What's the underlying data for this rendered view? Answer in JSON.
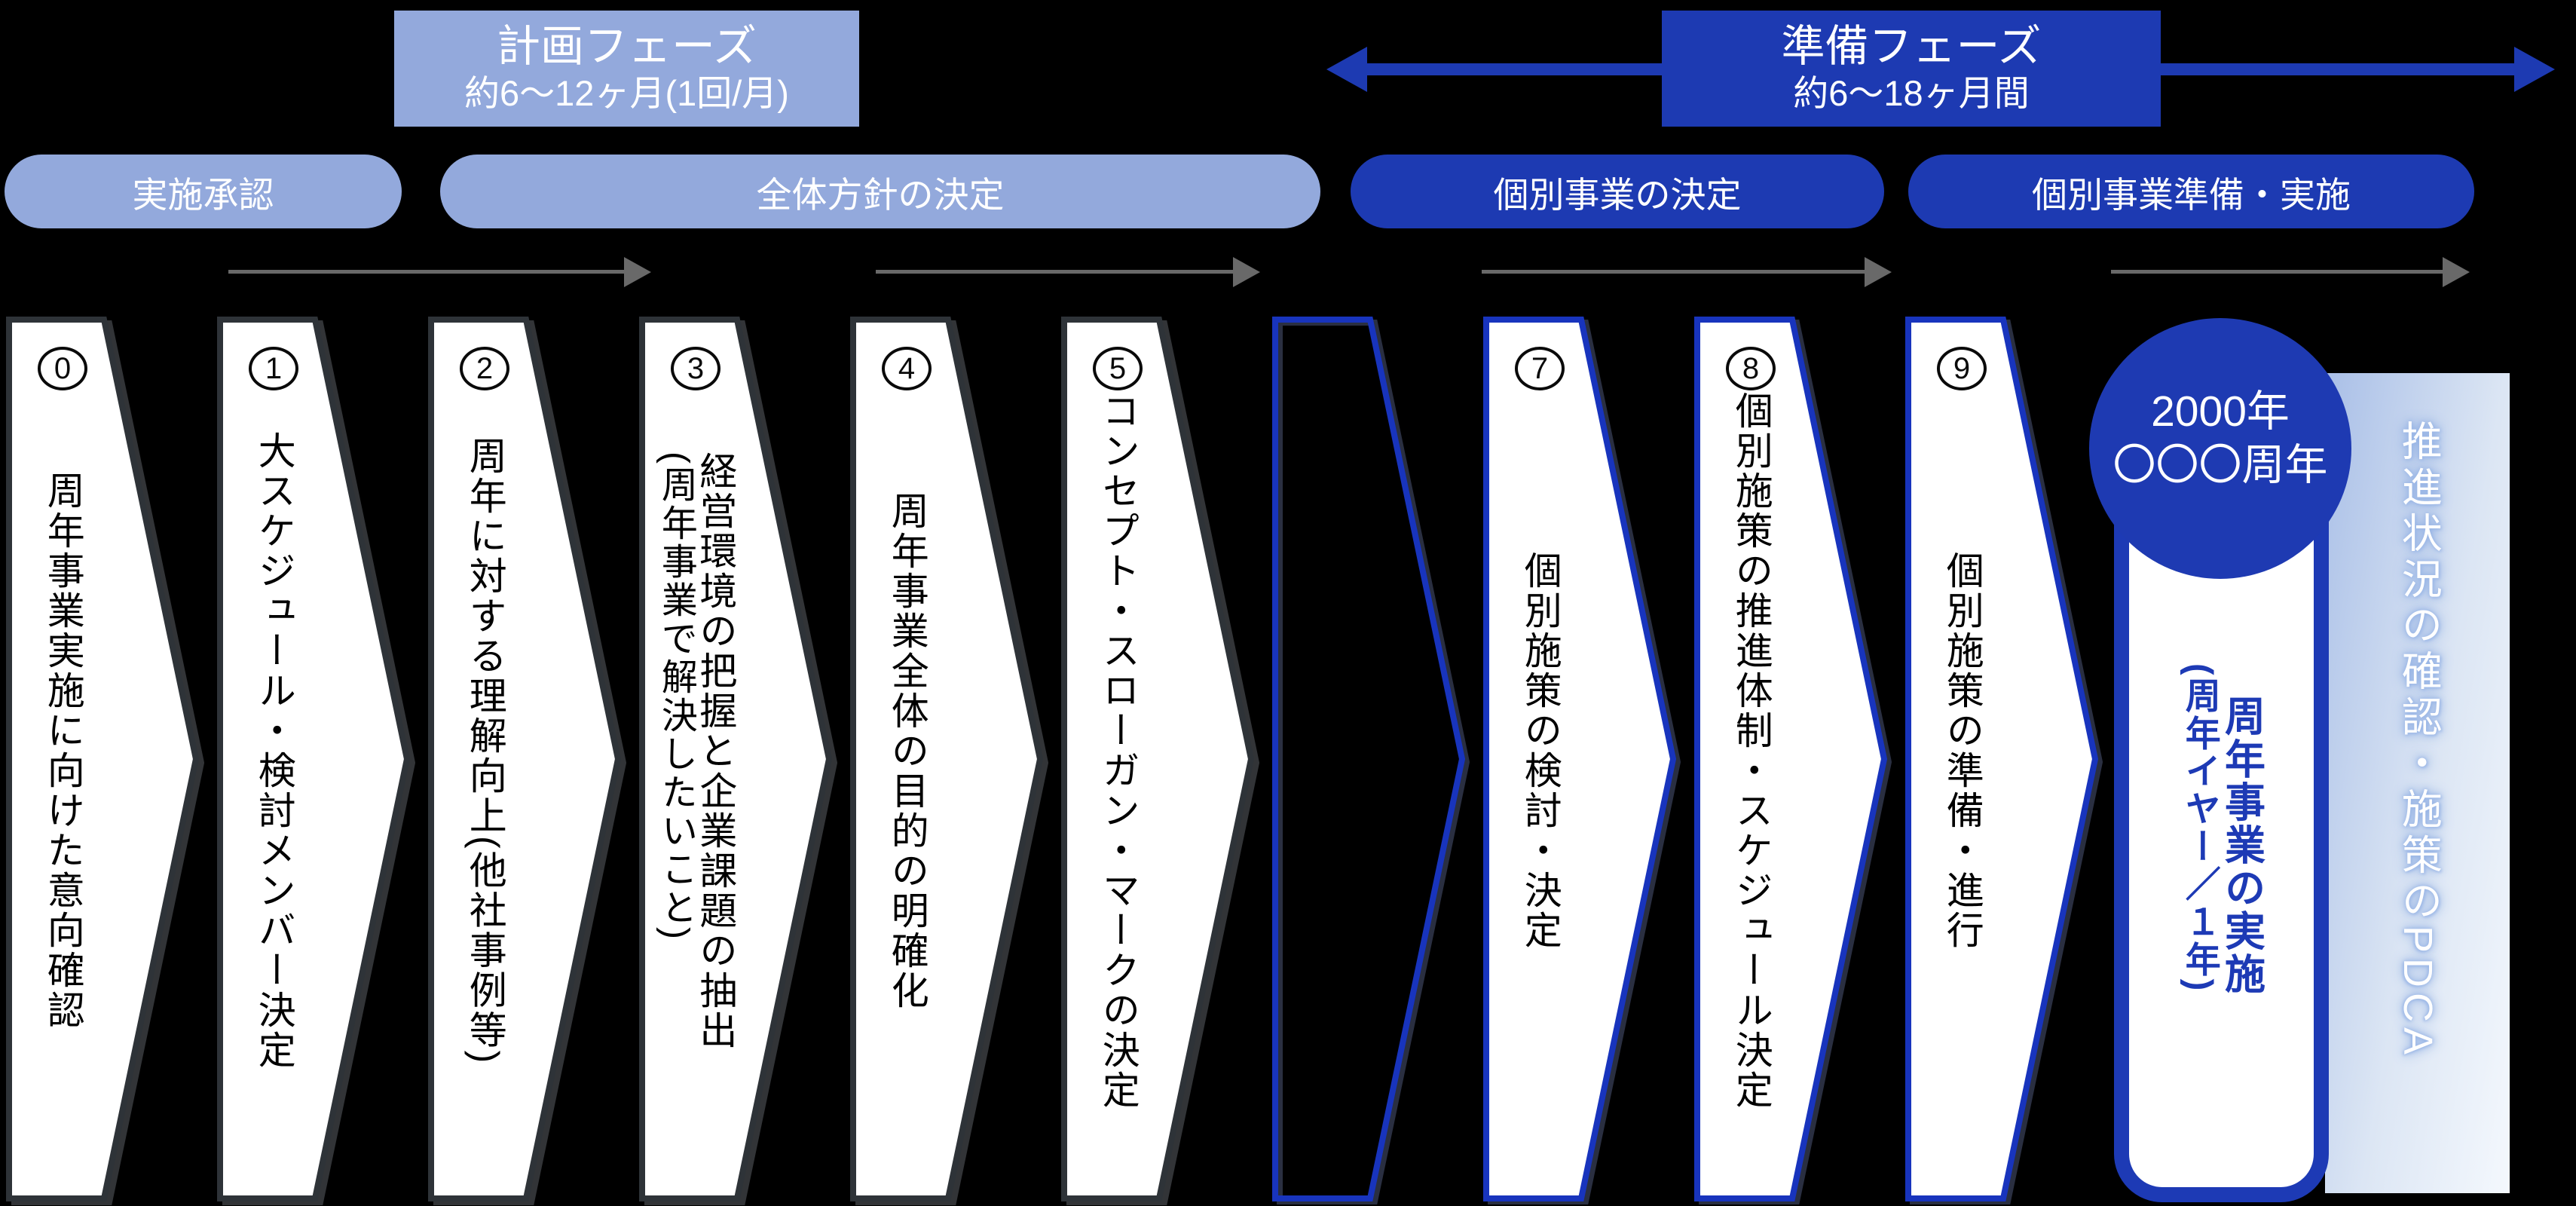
{
  "colors": {
    "light_blue": "#93a9dc",
    "dark_blue": "#1d3ab2",
    "chevron_blue_border": "#1834bd",
    "chevron_dark_border": "#2e3338",
    "arrow_gray": "#696969",
    "background": "#000000"
  },
  "phases": [
    {
      "title": "計画フェーズ",
      "subtitle": "約6〜12ヶ月(1回/月)"
    },
    {
      "title": "準備フェーズ",
      "subtitle": "約6〜18ヶ月間"
    }
  ],
  "bands": [
    {
      "label": "実施承認"
    },
    {
      "label": "全体方針の決定"
    },
    {
      "label": "個別事業の決定"
    },
    {
      "label": "個別事業準備・実施"
    }
  ],
  "steps": [
    {
      "num": "0",
      "label": "周年事業実施に向けた意向確認"
    },
    {
      "num": "1",
      "label": "大スケジュール・検討メンバー決定"
    },
    {
      "num": "2",
      "label": "周年に対する理解向上(他社事例等)"
    },
    {
      "num": "3",
      "label": "経営環境の把握と企業課題の抽出",
      "sublabel": "(周年事業で解決したいこと)"
    },
    {
      "num": "4",
      "label": "周年事業全体の目的の明確化"
    },
    {
      "num": "5",
      "label": "コンセプト・スローガン・マークの決定"
    },
    {
      "num": "",
      "label": ""
    },
    {
      "num": "7",
      "label": "個別施策の検討・決定"
    },
    {
      "num": "8",
      "label": "個別施策の推進体制・スケジュール決定"
    },
    {
      "num": "9",
      "label": "個別施策の準備・進行"
    }
  ],
  "finale": {
    "year_line1": "2000年",
    "year_line2": "〇〇〇周年",
    "event_main": "周年事業の実施",
    "event_sub": "(周年イヤー／１年)",
    "pdca": "推進状況の確認・施策のPDCA"
  }
}
